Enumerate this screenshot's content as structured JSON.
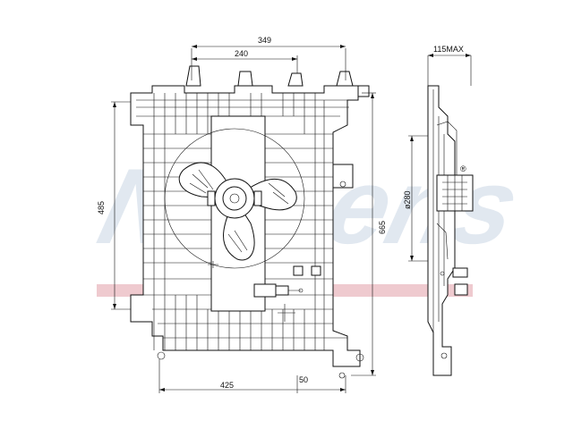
{
  "watermark": {
    "brand": "Nissens",
    "registered": "®",
    "band_color": "#e9b8bf",
    "letter_color": "#c9d6e4"
  },
  "dimensions": {
    "top_overall": "349",
    "top_inner": "240",
    "left_height": "485",
    "right_height": "665",
    "bottom_width": "425",
    "bottom_offset": "50",
    "side_depth": "115MAX",
    "fan_diameter": "ø280"
  },
  "colors": {
    "line": "#111111",
    "background": "#ffffff"
  }
}
